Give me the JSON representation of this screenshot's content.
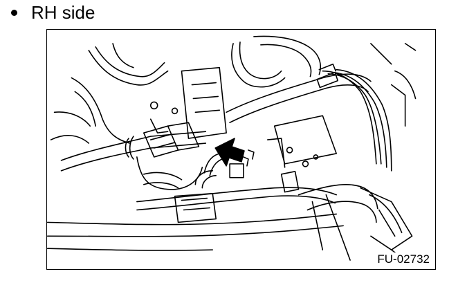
{
  "section": {
    "bullet_text": "RH side"
  },
  "figure": {
    "code": "FU-02732",
    "description_icon": "engine-line-drawing",
    "arrow_icon": "black-pointer-arrow"
  }
}
